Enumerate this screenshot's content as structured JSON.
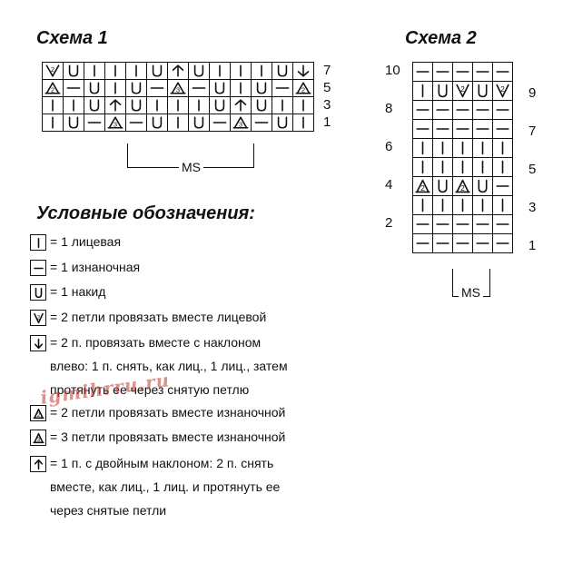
{
  "scheme1": {
    "title": "Схема 1",
    "rows": [
      [
        "k2tog_purl_v",
        "yo",
        "k",
        "k",
        "k",
        "yo",
        "dbl",
        "yo",
        "k",
        "k",
        "k",
        "yo",
        "ssk"
      ],
      [
        "p2tog",
        "p",
        "yo",
        "k",
        "yo",
        "p",
        "p3tog",
        "p",
        "yo",
        "k",
        "yo",
        "p",
        "p2tog"
      ],
      [
        "k",
        "k",
        "yo",
        "dbl",
        "yo",
        "k",
        "k",
        "k",
        "yo",
        "dbl",
        "yo",
        "k",
        "k"
      ],
      [
        "k",
        "yo",
        "p",
        "p3tog",
        "p",
        "yo",
        "k",
        "yo",
        "p",
        "p3tog",
        "p",
        "yo",
        "k"
      ]
    ],
    "row_numbers": [
      "7",
      "5",
      "3",
      "1"
    ],
    "ms_label": "MS"
  },
  "scheme2": {
    "title": "Схема 2",
    "rows": [
      [
        "p",
        "p",
        "p",
        "p",
        "p"
      ],
      [
        "k",
        "yo",
        "k2tog_purl_v",
        "yo",
        "k2tog_purl_v"
      ],
      [
        "p",
        "p",
        "p",
        "p",
        "p"
      ],
      [
        "p",
        "p",
        "p",
        "p",
        "p"
      ],
      [
        "k",
        "k",
        "k",
        "k",
        "k"
      ],
      [
        "k",
        "k",
        "k",
        "k",
        "k"
      ],
      [
        "p2tog",
        "yo",
        "p2tog",
        "yo",
        "p"
      ],
      [
        "k",
        "k",
        "k",
        "k",
        "k"
      ],
      [
        "p",
        "p",
        "p",
        "p",
        "p"
      ],
      [
        "p",
        "p",
        "p",
        "p",
        "p"
      ]
    ],
    "left_numbers": [
      "10",
      "",
      "8",
      "",
      "6",
      "",
      "4",
      "",
      "2",
      ""
    ],
    "right_numbers": [
      "",
      "9",
      "",
      "7",
      "",
      "5",
      "",
      "3",
      "",
      "1"
    ],
    "ms_label": "MS"
  },
  "legend": {
    "title": "Условные обозначения:",
    "items": [
      {
        "symbol": "k",
        "text": "= 1 лицевая"
      },
      {
        "symbol": "p",
        "text": "= 1 изнаночная"
      },
      {
        "symbol": "yo",
        "text": "= 1 накид"
      },
      {
        "symbol": "k2tog_purl_v",
        "text": "= 2 петли провязать вместе лицевой"
      },
      {
        "symbol": "ssk",
        "text": "= 2 п. провязать вместе с наклоном\nвлево: 1 п. снять, как лиц., 1 лиц., затем\nпротянуть ее через снятую петлю"
      },
      {
        "symbol": "p2tog",
        "text": "= 2 петли провязать вместе изнаночной"
      },
      {
        "symbol": "p3tog",
        "text": "= 3 петли провязать вместе изнаночной"
      },
      {
        "symbol": "dbl",
        "text": "= 1 п. с двойным наклоном: 2 п. снять\nвместе, как лиц., 1 лиц. и протянуть ее\nчерез снятые петли"
      }
    ]
  },
  "watermark": "igmihrru.ru"
}
